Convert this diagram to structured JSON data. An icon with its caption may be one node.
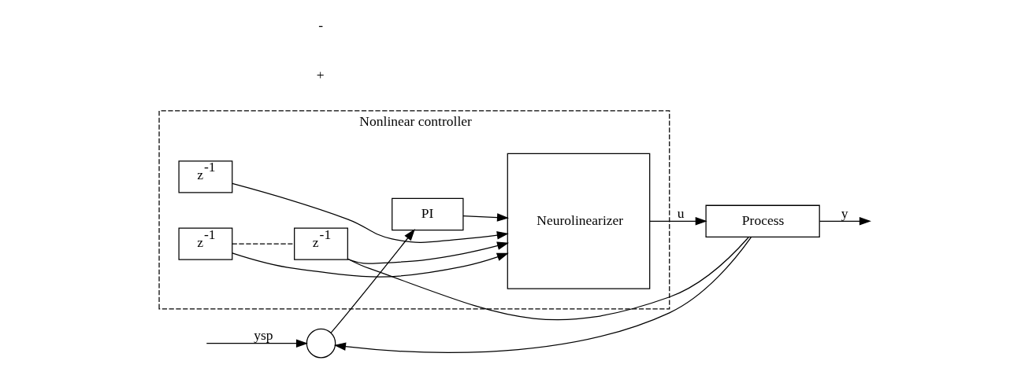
{
  "diagram": {
    "nodes": [
      {
        "text": [
          "Nonlinear controller"
        ]
      },
      {
        "text": [],
        "shape": "circle"
      },
      {
        "text": [
          "PI"
        ],
        "in": 0
      },
      {
        "text": [
          "Neurolinearizer"
        ],
        "in": 0
      },
      {
        "text": [
          "z$^{-1}$"
        ],
        "in": 0
      },
      {
        "text": [
          "z$^{-1}$"
        ],
        "in": 0
      },
      {
        "text": [
          "z$^{-1}$"
        ],
        "in": 0
      },
      {
        "text": [
          "Process"
        ]
      }
    ],
    "edges": [
      {
        "from": null,
        "to": 1,
        "arrow": "to",
        "label": "ysp"
      },
      {
        "from": 1,
        "to": 2,
        "arrow": "to"
      },
      {
        "from": 2,
        "to": 3,
        "arrow": "to"
      },
      {
        "from": 4,
        "to": 3,
        "arrow": "to"
      },
      {
        "from": 5,
        "to": 3,
        "arrow": "to"
      },
      {
        "from": 6,
        "to": 3,
        "arrow": "to"
      },
      {
        "from": 5,
        "to": 6,
        "arrow": "none",
        "style": "dashed"
      },
      {
        "from": 3,
        "to": 7,
        "arrow": "to",
        "label": "u"
      },
      {
        "from": 7,
        "to": null,
        "arrow": "to",
        "label": "y"
      },
      {
        "from": 7,
        "to": 1,
        "arrow": "to"
      },
      {
        "from": 7,
        "to": 6,
        "arrow": "none"
      }
    ],
    "labels": [
      "+",
      "-"
    ]
  }
}
